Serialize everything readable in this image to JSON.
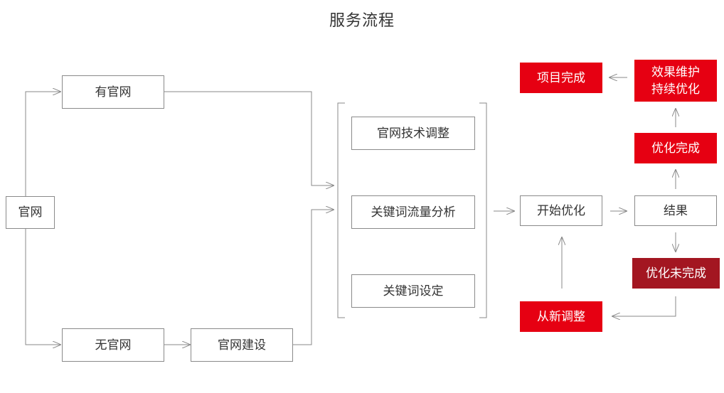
{
  "title": "服务流程",
  "colors": {
    "accent_red": "#e60012",
    "dark_red": "#a31621",
    "line": "#8a8a8a"
  },
  "nodes": {
    "guanwang": "官网",
    "you_guanwang": "有官网",
    "wu_guanwang": "无官网",
    "guanwang_jianshe": "官网建设",
    "tiaozheng": "官网技术调整",
    "fenxi": "关键词流量分析",
    "sheding": "关键词设定",
    "kaishi": "开始优化",
    "jieguo": "结果",
    "youhua_wancheng": "优化完成",
    "weihu_line1": "效果维护",
    "weihu_line2": "持续优化",
    "xiangmu_wancheng": "项目完成",
    "weiwancheng": "优化未完成",
    "xin_tiaozheng": "从新调整"
  }
}
